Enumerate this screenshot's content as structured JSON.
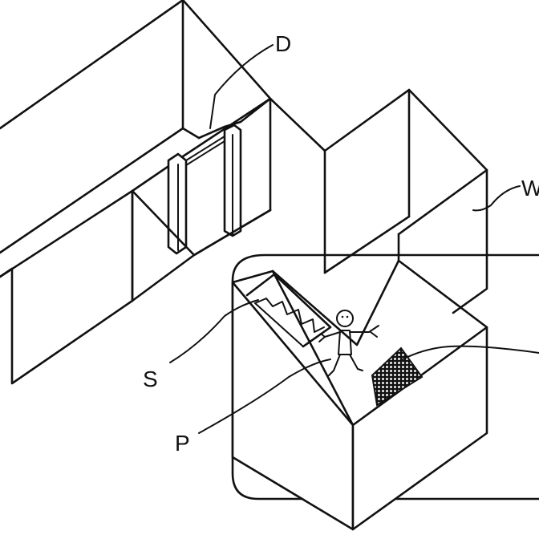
{
  "figure": {
    "labels": {
      "door": "D",
      "wall": "W",
      "stairs": "S",
      "player": "P"
    }
  }
}
